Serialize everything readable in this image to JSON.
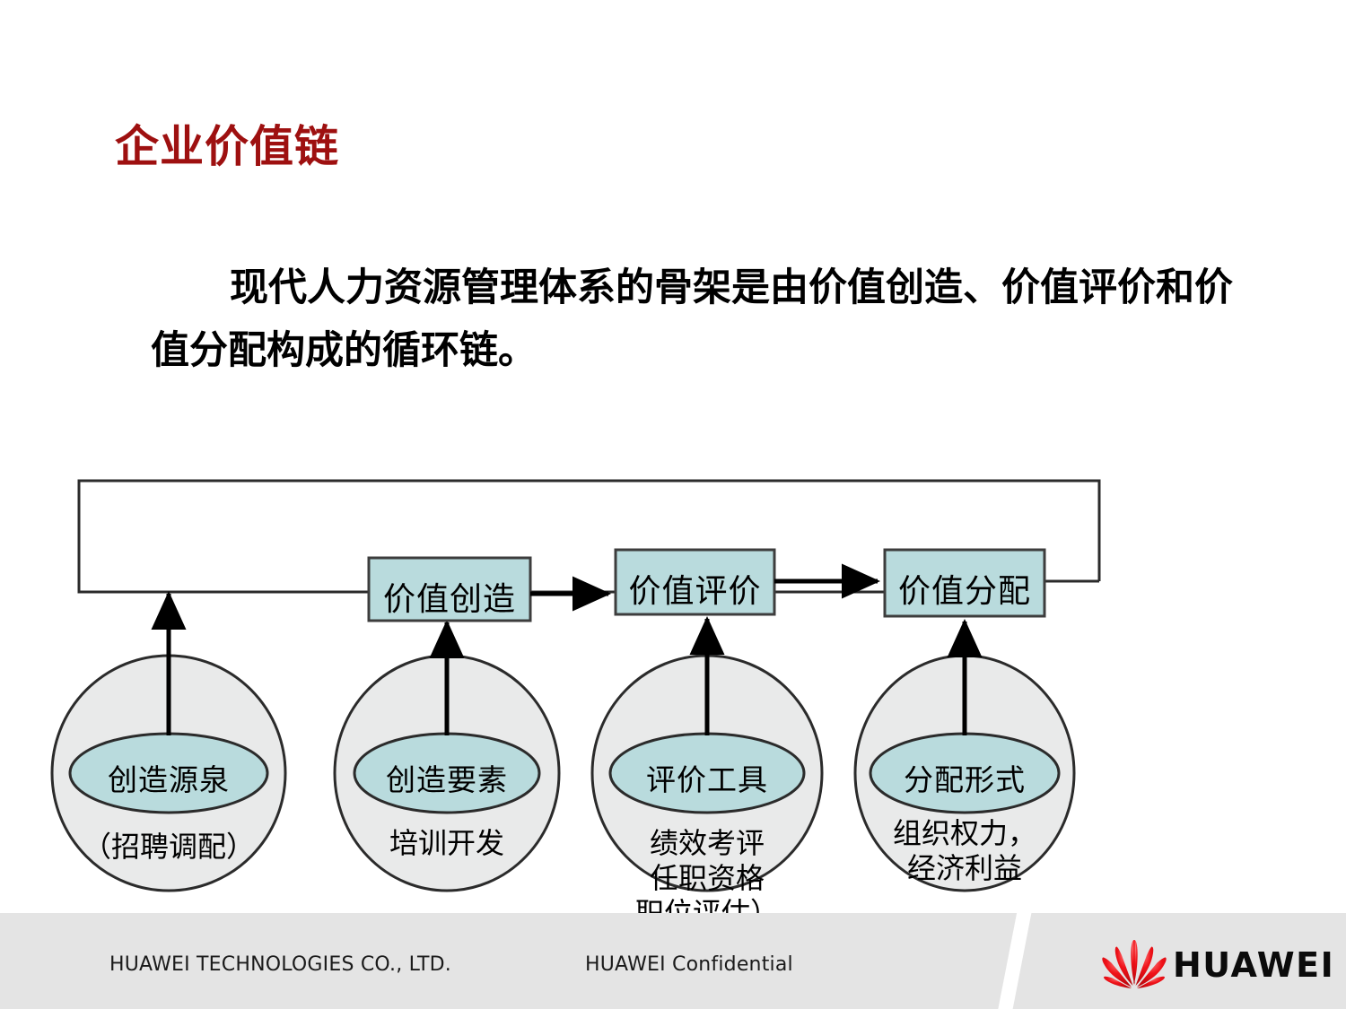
{
  "slide": {
    "title": "企业价值链",
    "title_color": "#9e1010",
    "body_text": "现代人力资源管理体系的骨架是由价值创造、价值评价和价值分配构成的循环链。"
  },
  "diagram": {
    "box_fill": "#b9dbdd",
    "circle_fill": "#e9eaea",
    "inner_ellipse_fill": "#b9dbdd",
    "boxes": [
      {
        "label": "价值创造"
      },
      {
        "label": "价值评价"
      },
      {
        "label": "价值分配"
      }
    ],
    "circles": [
      {
        "label": "创造源泉",
        "caption": [
          "（招聘调配）"
        ]
      },
      {
        "label": "创造要素",
        "caption": [
          "培训开发"
        ]
      },
      {
        "label": "评价工具",
        "caption": [
          "绩效考评",
          "任职资格",
          "职位评估）"
        ]
      },
      {
        "label": "分配形式",
        "caption": [
          "组织权力，",
          "经济利益"
        ]
      }
    ]
  },
  "footer": {
    "left": "HUAWEI TECHNOLOGIES CO., LTD.",
    "center": "HUAWEI Confidential",
    "brand": "HUAWEI",
    "brand_color": "#e8141b",
    "band_color": "#e4e4e4"
  }
}
